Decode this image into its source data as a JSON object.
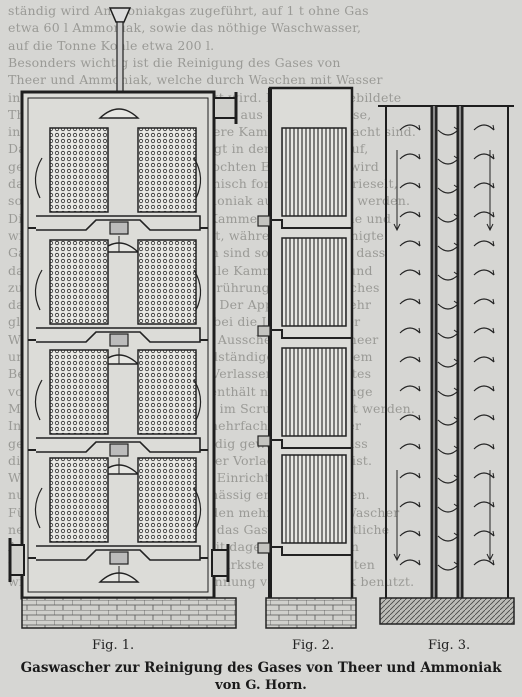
{
  "background_text": [
    "ständig wird Ammoniakgas zugeführt, auf 1 t ohne Gas",
    "etwa 60 l Ammoniak, sowie das nöthige Waschwasser,",
    "auf die Tonne Kohle etwa 200 l.",
    "Besonders wichtig ist die Reinigung des Gases von",
    "Theer und Ammoniak, welche durch Waschen mit Wasser",
    "in geeigneten Apparaten bewirkt wird. Der hier abgebildete",
    "Theerwascher von G. Horn besteht aus einem Gehäuse,",
    "in welchem übereinander mehrere Kammern angebracht sind.",
    "Das Gas tritt unten ein und steigt in den Kammern auf,",
    "geht durch die siebartig durchlochten Einsätze und wird",
    "dabei durch ein Flüssigkeitsgemisch fortwährend berieselt,",
    "so dass der Theer und das Ammoniak ausgeschieden werden.",
    "Die Flüssigkeit fliesst aus den Kammern in eine Rinne und",
    "wird von hier aus weiter geführt, während das gereinigte",
    "Gas oben austritt. Die Kammern sind so angeordnet, dass",
    "das Gas nach und nach durch alle Kammern strömt und",
    "zuletzt mit reinem Wasser in Berührung kommt, welches",
    "das letzte Ammoniak aufnimmt. Der Apparat wirkt sehr",
    "gleichmässig und es werden dabei die Leistungen der",
    "Wäscher wesentlich erhöht; die Ausscheidung von Theer",
    "und Ammoniak ist eine sehr vollständige und bei gutem",
    "Betriebe ist das Gas nach dem Verlassen des Apparates",
    "vollständig frei von Theer und enthält nur noch geringe",
    "Mengen von Ammoniak, welche im Scrubber entfernt werden.",
    "In dem Wascher wird das Gas mehrfach durch Wasser",
    "geleitet und dabei sehr vollständig gewaschen, so dass",
    "die Entfernung des Gases aus der Vorlage gesichert ist.",
    "Wie die Abbildung zeigt, ist die Einrichtung einfach,",
    "nur muss die Flüssigkeit regelmässig erneuert werden.",
    "Für grössere Gasanstalten werden mehrere solche Wascher",
    "neben einander aufgestellt und das Gas durch sämmtliche",
    "Apparate geführt; die Flüssigkeit dagegen nimmt den",
    "umgekehrten Weg, so dass die stärkste Lösung erhalten",
    "wird. Diese wird dann zur Gewinnung von Ammoniak benutzt."
  ],
  "figures": {
    "fig1_label": "Fig. 1.",
    "fig2_label": "Fig. 2.",
    "fig3_label": "Fig. 3."
  },
  "caption": {
    "line1": "Gaswascher zur Reinigung des Gases von Theer und Ammoniak",
    "line2": "von G. Horn."
  }
}
